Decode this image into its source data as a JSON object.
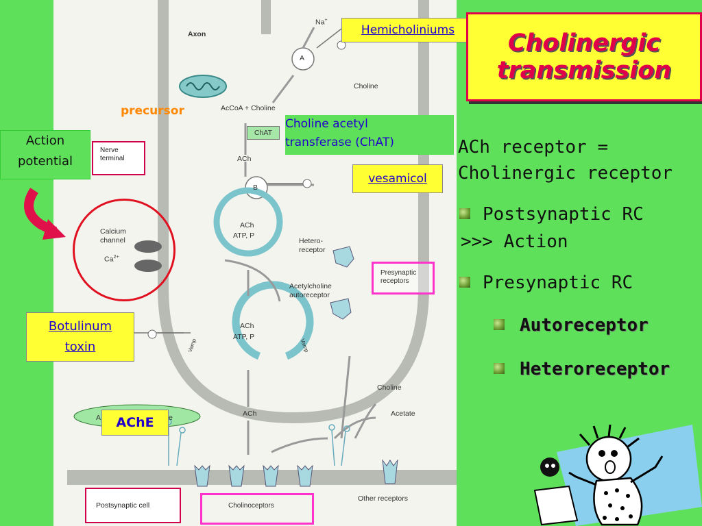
{
  "title": "Cholinergic\ntransmission",
  "diagram": {
    "axon": "Axon",
    "na": "Na",
    "na_sup": "+",
    "a": "A",
    "b": "B",
    "choline_top": "Choline",
    "accoa": "AcCoA + Choline",
    "chat_box": "ChAT",
    "ach_top": "ACh",
    "vesicle1_ach": "ACh",
    "vesicle1_atp": "ATP, P",
    "nerve_terminal": "Nerve\nterminal",
    "calcium_channel": "Calcium\nchannel",
    "ca": "Ca",
    "ca_sup": "2+",
    "heteroreceptor": "Hetero-\nreceptor",
    "presynaptic_receptors": "Presynaptic\nreceptors",
    "ach_autoreceptor": "Acetylcholine\nautoreceptor",
    "vesicle2_ach": "ACh",
    "vesicle2_atp": "ATP, P",
    "vamp": "Vamp",
    "ach_bottom": "ACh",
    "choline_bottom": "Choline",
    "acetate": "Acetate",
    "postsynaptic_cell": "Postsynaptic cell",
    "cholinoceptors": "Cholinoceptors",
    "other_receptors": "Other receptors",
    "ache_hidden_left": "A",
    "ache_hidden_right": "e"
  },
  "labels": {
    "hemicholiniums": "Hemicholiniums",
    "precursor": "precursor",
    "choline_acetyl": "Choline acetyl\ntransferase (ChAT)",
    "vesamicol": "vesamicol",
    "action_potential": "Action\npotential",
    "botulinum": "Botulinum\ntoxin",
    "ache": "AChE"
  },
  "right": {
    "receptor_line1": "ACh receptor =",
    "receptor_line2": "Cholinergic receptor",
    "postsynaptic1": "Postsynaptic RC",
    "postsynaptic2": ">>> Action",
    "presynaptic": "Presynaptic RC",
    "autoreceptor": "Autoreceptor",
    "heteroreceptor": "Heteroreceptor"
  },
  "colors": {
    "background": "#5fe05a",
    "title": "#e0004a",
    "title_box": "#ffff33",
    "highlight_box": "#ff33cc",
    "label_blue": "#2200cc",
    "precursor": "#ff8800"
  }
}
